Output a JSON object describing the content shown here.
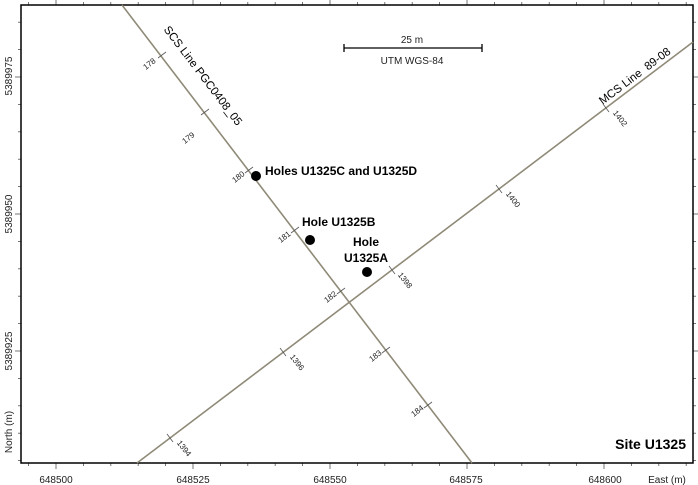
{
  "map": {
    "site_label": "Site U1325",
    "scale_bar": {
      "length_label": "25 m",
      "projection": "UTM WGS-84"
    },
    "x_axis": {
      "label": "East (m)",
      "ticks": [
        "648500",
        "648525",
        "648550",
        "648575",
        "648600"
      ]
    },
    "y_axis": {
      "label": "North (m)",
      "ticks": [
        "5389975",
        "5389950",
        "5389925"
      ]
    },
    "lines": [
      {
        "name": "SCS Line PGC0408_05",
        "shotpoints": [
          "178",
          "179",
          "180",
          "181",
          "182",
          "183",
          "184"
        ]
      },
      {
        "name": "MCS Line  89-08",
        "shotpoints": [
          "1394",
          "1396",
          "1398",
          "1400",
          "1402"
        ]
      }
    ],
    "holes": [
      {
        "label": "Holes U1325C and U1325D"
      },
      {
        "label": "Hole U1325B"
      },
      {
        "label_line1": "Hole",
        "label_line2": "U1325A"
      }
    ],
    "colors": {
      "line": "#8f8a78",
      "frame": "#000000",
      "hole": "#000000"
    }
  }
}
